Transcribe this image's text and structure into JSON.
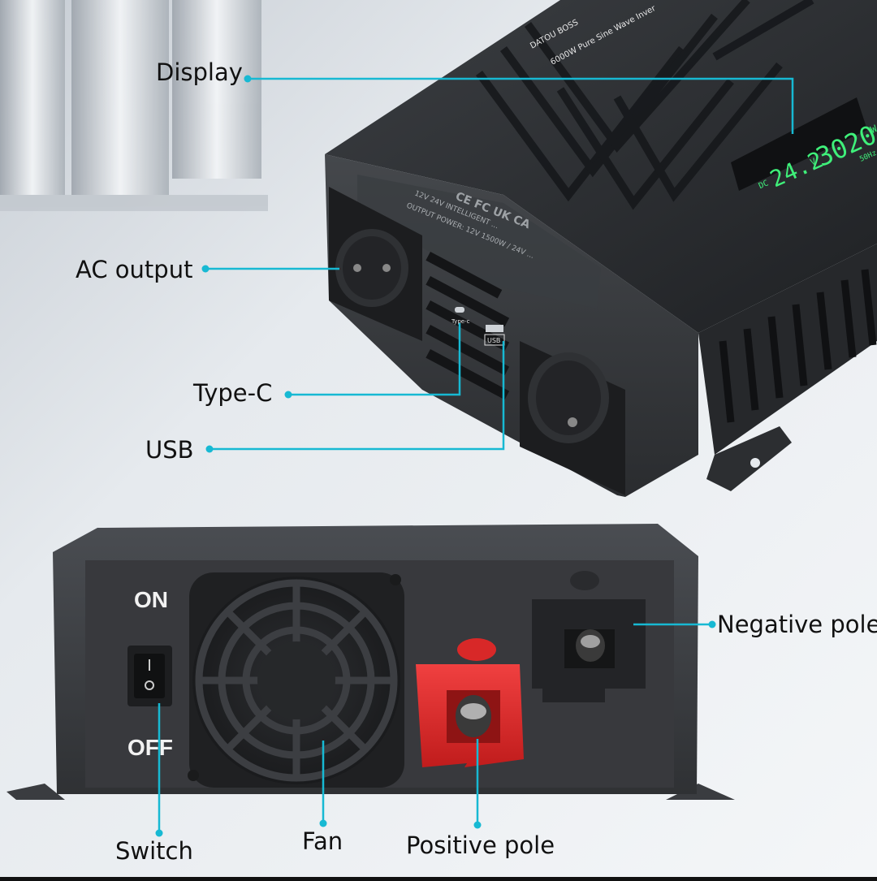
{
  "product": {
    "brand": "DATOU BOSS",
    "model": "6000W Pure Sine Wave Inver",
    "label_lines": [
      "12V 24V INTELLIGENT ...",
      "OUTPUT POWER: 12V 1500W / 24V ..."
    ],
    "marks": "CE FC UK CA",
    "colors": {
      "accent": "#17b9d3",
      "display": "#3ff07a",
      "positive": "#e02a2a",
      "body": "#2a2c2f"
    }
  },
  "display": {
    "prefix": "DC",
    "voltage": "24.2",
    "voltage_unit": "V",
    "power": "3020",
    "power_unit": "W",
    "frequency": "50Hz"
  },
  "ports": {
    "type_c": "Type-c",
    "usb": "USB"
  },
  "switch": {
    "on": "ON",
    "off": "OFF"
  },
  "callouts": {
    "display": "Display",
    "ac_output": "AC output",
    "type_c": "Type-C",
    "usb": "USB",
    "negative_pole": "Negative pole",
    "switch": "Switch",
    "fan": "Fan",
    "positive_pole": "Positive pole"
  }
}
